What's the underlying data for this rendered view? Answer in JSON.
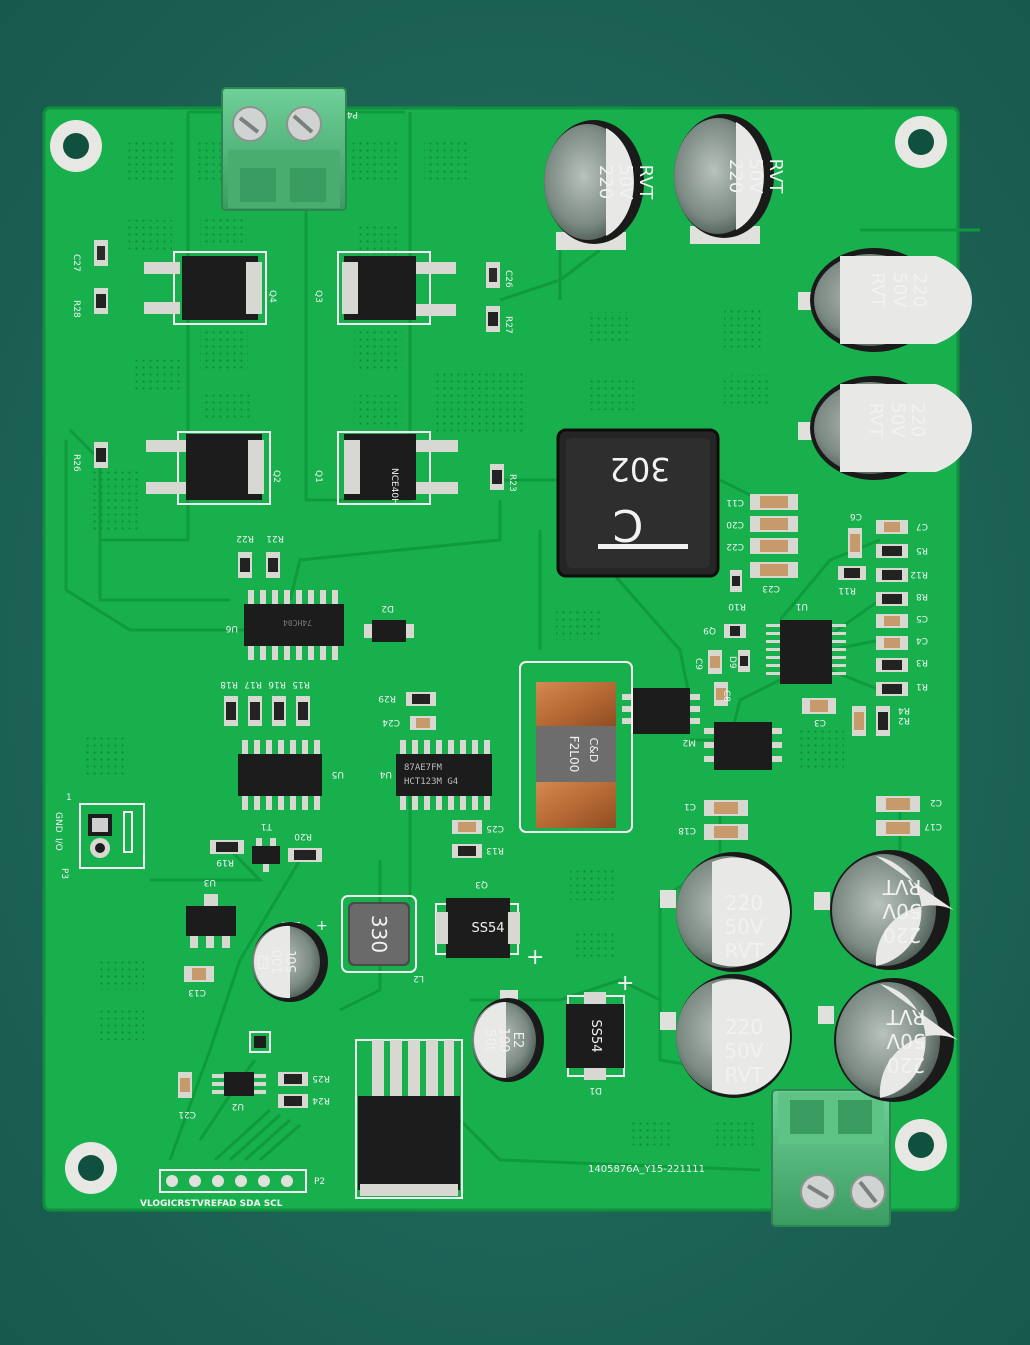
{
  "colors": {
    "background": "#1d6356",
    "board": "#17b04d",
    "board_edge": "#10903c",
    "trace": "#1ec452",
    "silkscreen": "#f2f2f2",
    "pad": "#d8d8d2",
    "terminal": "#4fb878",
    "chip": "#1c1c1c",
    "cap_sleeve": "#1a1a1a",
    "cap_top": "#e8e8e6"
  },
  "mounting_holes": [
    "mount-hole-tl",
    "mount-hole-tr",
    "mount-hole-bl",
    "mount-hole-br"
  ],
  "connectors": {
    "p4": {
      "label": "P4"
    },
    "p1": {
      "label": ""
    },
    "p3": {
      "label": "P3",
      "pins": [
        "GND",
        "I/O"
      ],
      "pin1": "1"
    },
    "p2": {
      "label": "P2",
      "pins": [
        "VLOGIC",
        "RST",
        "VREF",
        "AD",
        "SDA",
        "SCL"
      ],
      "pins_text": "VLOGICRSTVREFAD SDA SCL"
    }
  },
  "capacitors": [
    {
      "value": "220",
      "voltage": "50V",
      "series": "RVT"
    },
    {
      "value": "220",
      "voltage": "50V",
      "series": "RVT"
    },
    {
      "value": "220",
      "voltage": "50V",
      "series": "RVT"
    },
    {
      "value": "220",
      "voltage": "50V",
      "series": "RVT"
    },
    {
      "value": "220",
      "voltage": "50V",
      "series": "RVT"
    },
    {
      "value": "220",
      "voltage": "50V",
      "series": "RVT"
    },
    {
      "value": "220",
      "voltage": "50V",
      "series": "RVT"
    },
    {
      "value": "220",
      "voltage": "50V",
      "series": "RVT"
    }
  ],
  "small_caps": [
    {
      "line1": "E2",
      "line2": "100",
      "line3": "50t"
    },
    {
      "line1": "E2",
      "line2": "100",
      "line3": "50t"
    }
  ],
  "inductor_main": {
    "marking": "302",
    "logo": "C"
  },
  "inductor_small": {
    "marking": "330"
  },
  "inductor_copper": {
    "marking": "F2L00",
    "sub": "C&D"
  },
  "diodes": [
    {
      "marking": "SS54"
    },
    {
      "marking": "SS54"
    }
  ],
  "mosfets": [
    {
      "ref": "Q4"
    },
    {
      "ref": "Q3"
    },
    {
      "ref": "Q2"
    },
    {
      "ref": "Q1",
      "marking": "NCE40H"
    }
  ],
  "ics": {
    "u6": {
      "ref": "U6",
      "marking": "74HC04"
    },
    "u5": {
      "ref": "U5"
    },
    "u4": {
      "ref": "U4",
      "marking1": "87AE7FM",
      "marking2": "HCT123M G4"
    },
    "u1": {
      "ref": "U1"
    },
    "m2": {
      "ref": "M2"
    },
    "u2": {
      "ref": "U2"
    },
    "u3": {
      "ref": "U3"
    },
    "t1": {
      "ref": "T1"
    }
  },
  "refs": {
    "c27": "C27",
    "r28": "R28",
    "r26": "R26",
    "c26": "C26",
    "r27": "R27",
    "r23": "R23",
    "r22": "R22",
    "r21": "R21",
    "d2": "D2",
    "r18": "R18",
    "r17": "R17",
    "r16": "R16",
    "r15": "R15",
    "r29": "R29",
    "c24": "C24",
    "c25": "C25",
    "r13": "R13",
    "r19": "R19",
    "r20": "R20",
    "c13": "C13",
    "c21": "C21",
    "r25": "R25",
    "r24": "R24",
    "l2": "L2",
    "q3b": "Q3",
    "d1": "D1",
    "c11": "C11",
    "c20": "C20",
    "c22": "C22",
    "c23": "C23",
    "r10": "R10",
    "q9": "Q9",
    "c9": "C9",
    "d9": "D9",
    "c8": "C8",
    "c3": "C3",
    "c6": "C6",
    "c7": "C7",
    "r5": "R5",
    "r12": "R12",
    "r11": "R11",
    "r8": "R8",
    "c5": "C5",
    "c4": "C4",
    "r3": "R3",
    "r1": "R1",
    "r2": "R2",
    "r4": "R4",
    "c1": "C1",
    "c18": "C18",
    "c2": "C2",
    "c17": "C17"
  },
  "board_code": "1405876A_Y15-221111"
}
